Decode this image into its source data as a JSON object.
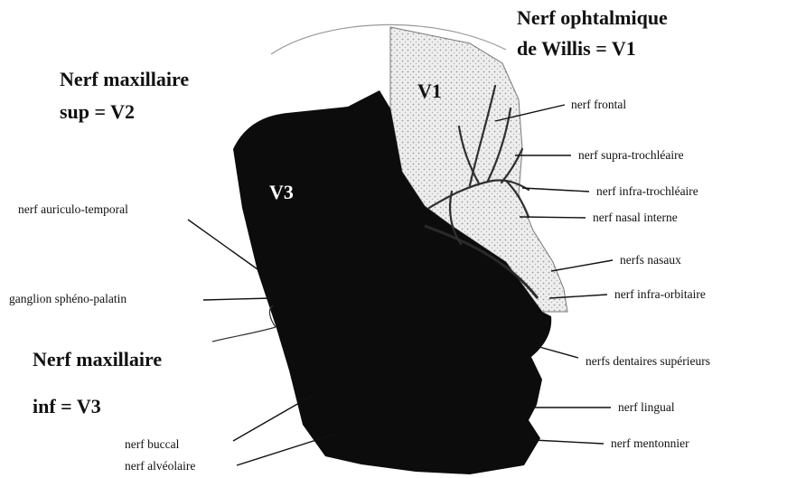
{
  "titles": {
    "v1_line1": "Nerf ophtalmique",
    "v1_line2": "de Willis = V1",
    "v2_line1": "Nerf maxillaire",
    "v2_line2": "sup = V2",
    "v3_line1": "Nerf maxillaire",
    "v3_line2": "inf = V3"
  },
  "zones": {
    "v1": "V1",
    "v3": "V3"
  },
  "labels_right": [
    "nerf frontal",
    "nerf supra-trochléaire",
    "nerf infra-trochléaire",
    "nerf nasal interne",
    "nerfs nasaux",
    "nerf infra-orbitaire",
    "nerfs dentaires supérieurs",
    "nerf lingual",
    "nerf mentonnier"
  ],
  "labels_left": [
    "nerf auriculo-temporal",
    "ganglion sphéno-palatin",
    "nerf buccal",
    "nerf alvéolaire"
  ],
  "colors": {
    "head": "#0c0c0c",
    "v1_region": "#e4e4e4",
    "nerve": "#3a3a3a"
  }
}
